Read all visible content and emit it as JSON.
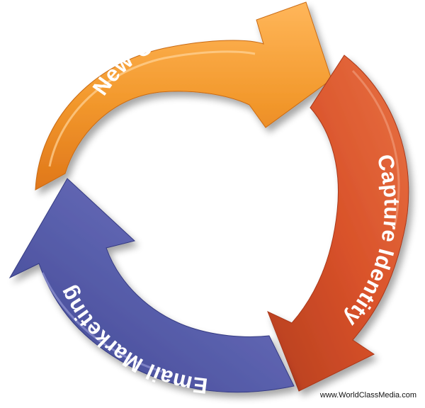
{
  "diagram": {
    "type": "cycle",
    "steps": [
      {
        "id": "new-content",
        "label": "New Content",
        "color": "#f0861f"
      },
      {
        "id": "capture-identity",
        "label": "Capture Identity",
        "color": "#d9522a"
      },
      {
        "id": "email-marketing",
        "label": "Email Marketing",
        "color": "#5257a3"
      }
    ]
  },
  "footer": {
    "credit": "www.WorldClassMedia.com"
  }
}
